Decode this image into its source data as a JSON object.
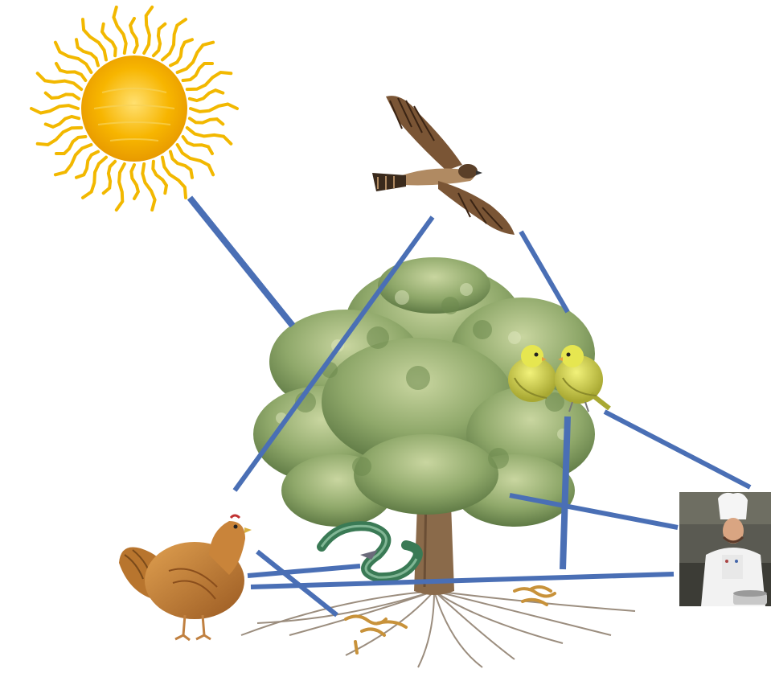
{
  "diagram": {
    "kind": "food-web",
    "organisms": [
      {
        "id": "sun",
        "icon": "sun-icon"
      },
      {
        "id": "hawk",
        "icon": "hawk-icon"
      },
      {
        "id": "tree",
        "icon": "tree-icon"
      },
      {
        "id": "canaries",
        "icon": "canary-icon"
      },
      {
        "id": "chef",
        "icon": "chef-icon"
      },
      {
        "id": "hen",
        "icon": "hen-icon"
      },
      {
        "id": "snake",
        "icon": "snake-icon"
      },
      {
        "id": "worms",
        "icon": "worm-icon"
      }
    ],
    "links": [
      {
        "from": "sun",
        "to": "tree"
      },
      {
        "from": "hawk",
        "to": "hen"
      },
      {
        "from": "hawk",
        "to": "canaries"
      },
      {
        "from": "canaries",
        "to": "chef"
      },
      {
        "from": "canaries",
        "to": "worms"
      },
      {
        "from": "tree",
        "to": "chef"
      },
      {
        "from": "hen",
        "to": "snake"
      },
      {
        "from": "hen",
        "to": "chef"
      },
      {
        "from": "hen",
        "to": "worms"
      }
    ],
    "colors": {
      "link": "#4a6fb5",
      "sun": "#f7b500",
      "foliage": "#8fa86a",
      "bark": "#8a6a4a",
      "canary": "#d8d84a",
      "hen": "#c9843a",
      "hawk": "#6b4a2e",
      "snake": "#3a7a55"
    }
  }
}
